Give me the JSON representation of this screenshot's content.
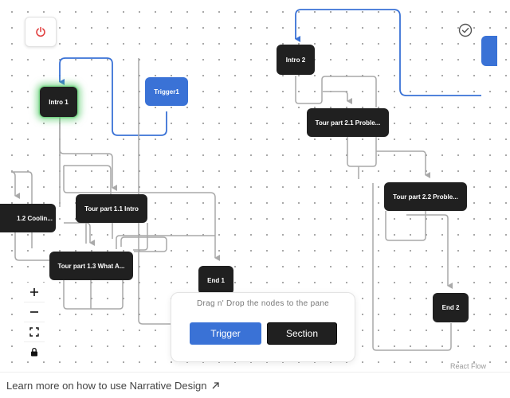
{
  "canvas": {
    "nodes": {
      "intro1": "Intro 1",
      "trigger1": "Trigger1",
      "intro2": "Intro 2",
      "tour21": "Tour part 2.1 Proble...",
      "tour22": "Tour part 2.2 Proble...",
      "tour12": "1.2 Coolin...",
      "tour11": "Tour part 1.1 Intro",
      "tour13": "Tour part 1.3 What A...",
      "end1": "End 1",
      "end2": "End 2"
    },
    "attribution": "React Flow"
  },
  "controls": {
    "icons": [
      "plus-icon",
      "minus-icon",
      "fit-view-icon",
      "lock-icon"
    ]
  },
  "panel": {
    "instruction": "Drag n' Drop the nodes to the pane",
    "trigger_label": "Trigger",
    "section_label": "Section"
  },
  "footer": {
    "link_text": "Learn more on how to use Narrative Design"
  },
  "colors": {
    "node_dark": "#202020",
    "trigger_blue": "#3a72d6",
    "edge_gray": "#a9a9a9",
    "power_red": "#e03b3b",
    "glow_green": "#50c864"
  }
}
